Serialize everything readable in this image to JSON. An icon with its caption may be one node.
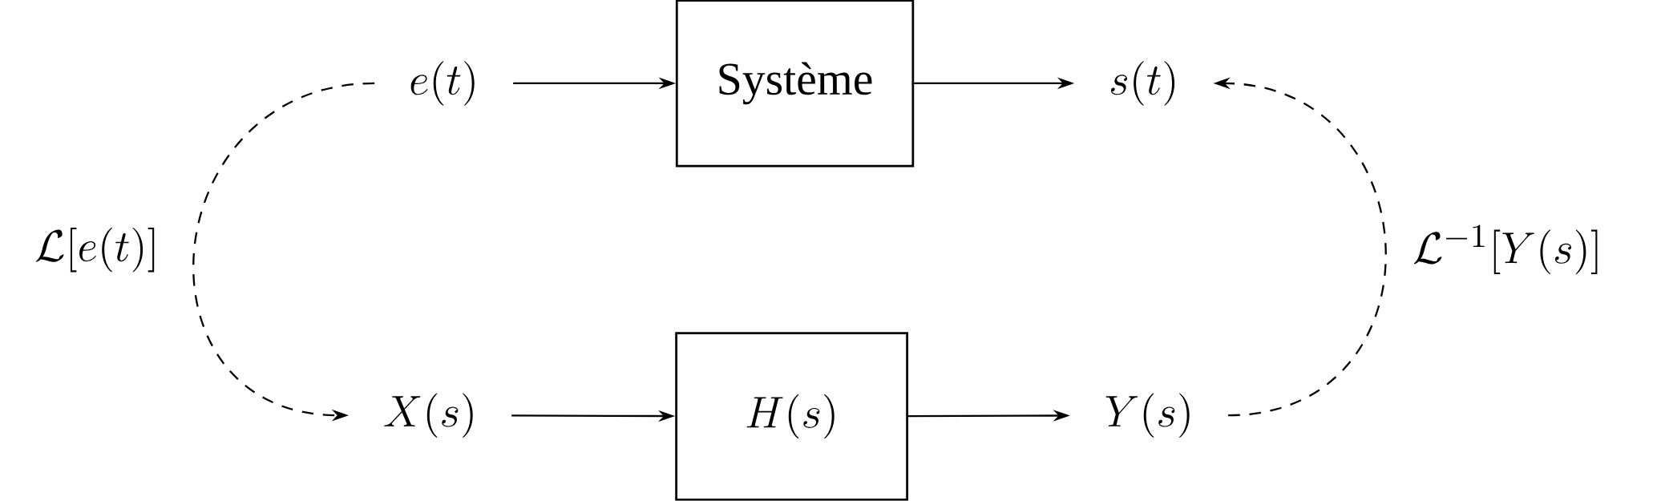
{
  "diagram": {
    "nodes": [
      {
        "text": [
          "e(t)"
        ]
      },
      {
        "text": [
          "Système"
        ]
      },
      {
        "text": [
          "s(t)"
        ]
      },
      {
        "text": [
          "X(s)"
        ]
      },
      {
        "text": [
          "H(s)"
        ]
      },
      {
        "text": [
          "Y(s)"
        ]
      }
    ],
    "edges": [
      {
        "from": 0,
        "to": 1,
        "arrow": "to"
      },
      {
        "from": 1,
        "to": 2,
        "arrow": "to"
      },
      {
        "from": 3,
        "to": 4,
        "arrow": "to"
      },
      {
        "from": 4,
        "to": 5,
        "arrow": "to"
      },
      {
        "from": 0,
        "to": 3,
        "arrow": "to",
        "style": "dashed",
        "label": "\\mathcal{L}[e(t)]"
      },
      {
        "from": 5,
        "to": 2,
        "arrow": "to",
        "style": "dashed",
        "label": "\\mathcal{L}^{-1}[Y(s)]"
      }
    ]
  }
}
